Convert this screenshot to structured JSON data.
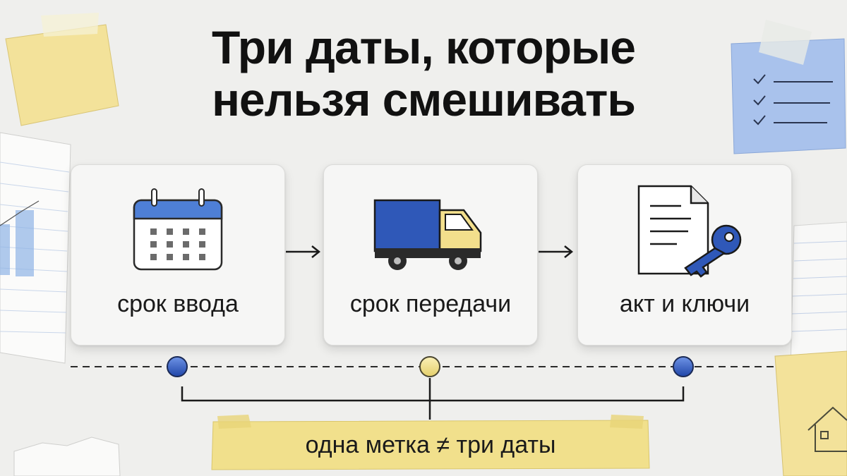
{
  "title": {
    "line1": "Три даты, которые",
    "line2": "нельзя смешивать"
  },
  "steps": [
    {
      "label": "срок ввода",
      "icon": "calendar-icon"
    },
    {
      "label": "срок передачи",
      "icon": "truck-icon"
    },
    {
      "label": "акт и ключи",
      "icon": "document-key-icon"
    }
  ],
  "footer_note": "одна метка ≠ три даты",
  "colors": {
    "background": "#efefed",
    "accent_blue": "#2f58b8",
    "accent_yellow": "#f1e08c",
    "sticky_yellow": "#f3e29a",
    "sticky_blue": "#a9c2ec",
    "text": "#111111"
  }
}
